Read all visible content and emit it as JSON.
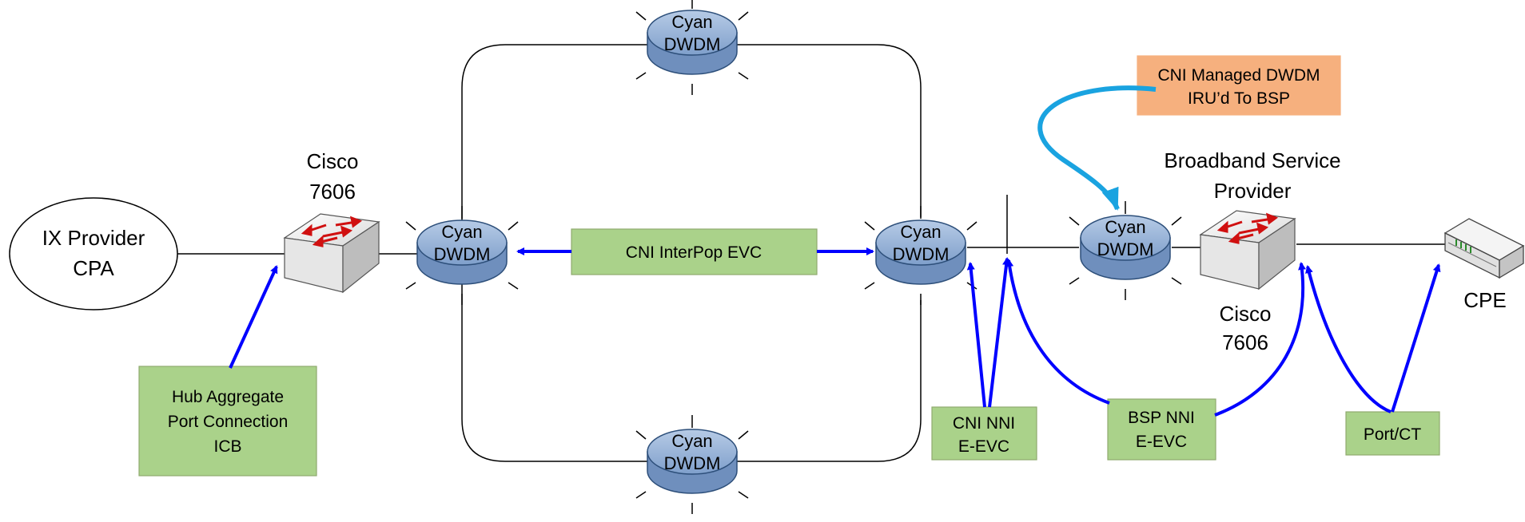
{
  "colors": {
    "link_line": "#000000",
    "evc_arrow": "#0000ff",
    "callout_arrow": "#1aa3e0",
    "label_box_fill": "#aad28a",
    "label_box_stroke": "#8faa6e",
    "note_box_fill": "#f6b07e",
    "node_fill": "#8fb0d6",
    "node_stroke": "#2d4f7a"
  },
  "nodes": {
    "ix_provider": {
      "line1": "IX Provider",
      "line2": "CPA"
    },
    "cisco_left": {
      "line1": "Cisco",
      "line2": "7606",
      "icon": "switch-icon"
    },
    "cisco_right": {
      "line1": "Cisco",
      "line2": "7606",
      "icon": "switch-icon"
    },
    "dwdm_left": {
      "line1": "Cyan",
      "line2": "DWDM",
      "icon": "router-icon"
    },
    "dwdm_top": {
      "line1": "Cyan",
      "line2": "DWDM",
      "icon": "router-icon"
    },
    "dwdm_bottom": {
      "line1": "Cyan",
      "line2": "DWDM",
      "icon": "router-icon"
    },
    "dwdm_right": {
      "line1": "Cyan",
      "line2": "DWDM",
      "icon": "router-icon"
    },
    "dwdm_bsp": {
      "line1": "Cyan",
      "line2": "DWDM",
      "icon": "router-icon"
    },
    "broadband_provider": {
      "line1": "Broadband Service",
      "line2": "Provider"
    },
    "cpe": {
      "label": "CPE",
      "icon": "modem-icon"
    }
  },
  "labels": {
    "interpop_evc": "CNI InterPop EVC",
    "hub_aggregate": {
      "line1": "Hub Aggregate",
      "line2": "Port Connection",
      "line3": "ICB"
    },
    "cni_nni": {
      "line1": "CNI NNI",
      "line2": "E-EVC"
    },
    "bsp_nni": {
      "line1": "BSP NNI",
      "line2": "E-EVC"
    },
    "port_ct": "Port/CT",
    "managed_dwdm": {
      "line1": "CNI Managed DWDM",
      "line2": "IRU’d To BSP"
    }
  }
}
